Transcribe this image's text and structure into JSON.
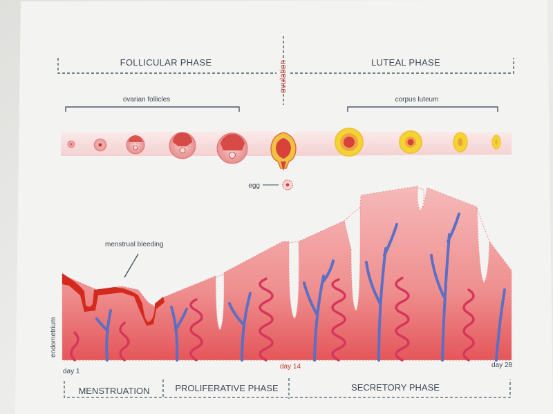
{
  "phases": {
    "follicular": "FOLLICULAR PHASE",
    "ovulation": "ovulation",
    "luteal": "LUTEAL PHASE"
  },
  "ovary": {
    "follicles_label": "ovarian follicles",
    "corpus_label": "corpus luteum",
    "egg_label": "egg"
  },
  "uterus": {
    "bleeding_label": "menstrual bleeding",
    "side_label": "endometrium"
  },
  "days": {
    "start": "day 1",
    "mid": "day 14",
    "end": "day 28"
  },
  "uterine_phases": {
    "menstruation": "MENSTRUATION",
    "proliferative": "PROLIFERATIVE PHASE",
    "secretory": "SECRETORY PHASE"
  },
  "colors": {
    "tissue": "#f3a6a6",
    "bleeding": "#d32a1e",
    "artery": "#d6365c",
    "vein": "#5b6fc4",
    "corpus": "#f1d22b",
    "label": "#3d4a56",
    "ovulation": "#c0392b"
  }
}
